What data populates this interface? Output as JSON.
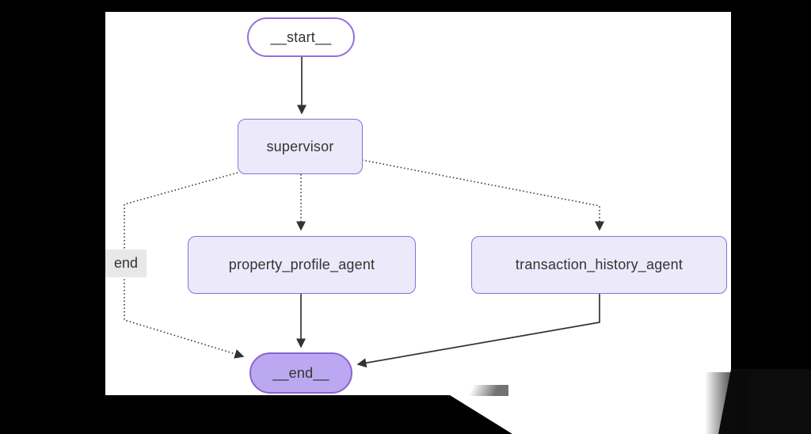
{
  "diagram": {
    "type": "flowchart",
    "direction": "top-down",
    "nodes": [
      {
        "id": "__start__",
        "label": "__start__",
        "shape": "stadium",
        "fill": "#ffffff",
        "border": "#9370db"
      },
      {
        "id": "supervisor",
        "label": "supervisor",
        "shape": "rounded-rect",
        "fill": "#ece9fb",
        "border": "#8c6fd6"
      },
      {
        "id": "property_profile_agent",
        "label": "property_profile_agent",
        "shape": "rounded-rect",
        "fill": "#ece9fb",
        "border": "#8c6fd6"
      },
      {
        "id": "transaction_history_agent",
        "label": "transaction_history_agent",
        "shape": "rounded-rect",
        "fill": "#ece9fb",
        "border": "#8c6fd6"
      },
      {
        "id": "__end__",
        "label": "__end__",
        "shape": "stadium",
        "fill": "#bca8f0",
        "border": "#8a63d2"
      }
    ],
    "edges": [
      {
        "from": "__start__",
        "to": "supervisor",
        "style": "solid",
        "label": ""
      },
      {
        "from": "supervisor",
        "to": "property_profile_agent",
        "style": "dotted",
        "label": ""
      },
      {
        "from": "supervisor",
        "to": "transaction_history_agent",
        "style": "dotted",
        "label": ""
      },
      {
        "from": "supervisor",
        "to": "__end__",
        "style": "dotted",
        "label": "end"
      },
      {
        "from": "property_profile_agent",
        "to": "__end__",
        "style": "solid",
        "label": ""
      },
      {
        "from": "transaction_history_agent",
        "to": "__end__",
        "style": "solid",
        "label": ""
      }
    ]
  },
  "colors": {
    "background": "#000000",
    "surface": "#ffffff",
    "edge": "#333333",
    "text": "#333333",
    "edge_label_background": "#e8e8e8",
    "node_fill_light": "#ece9fb",
    "node_fill_accent": "#bca8f0",
    "node_border": "#8c6fd6"
  }
}
